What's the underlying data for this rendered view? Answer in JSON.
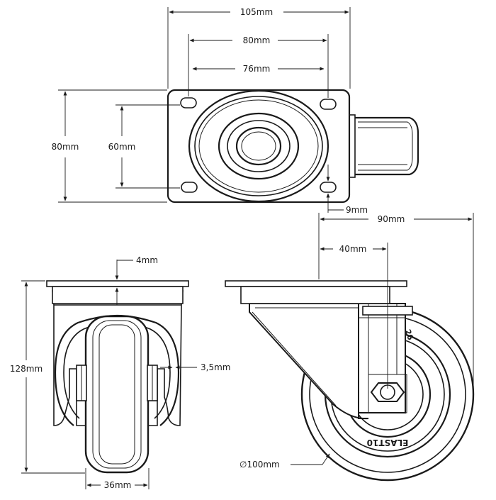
{
  "top_view": {
    "width_plate": "105mm",
    "hole_spacing_outer": "80mm",
    "hole_spacing_inner": "76mm",
    "height_plate": "80mm",
    "hole_spacing_vertical": "60mm",
    "hole_diameter": "9mm"
  },
  "front_view": {
    "plate_thickness": "4mm",
    "total_height": "128mm",
    "fork_thickness": "3,5mm",
    "wheel_width": "36mm"
  },
  "side_view": {
    "total_length": "90mm",
    "offset": "40mm",
    "wheel_diameter": "∅100mm",
    "tire_brand": "ELAST10",
    "tire_mark": "26"
  }
}
